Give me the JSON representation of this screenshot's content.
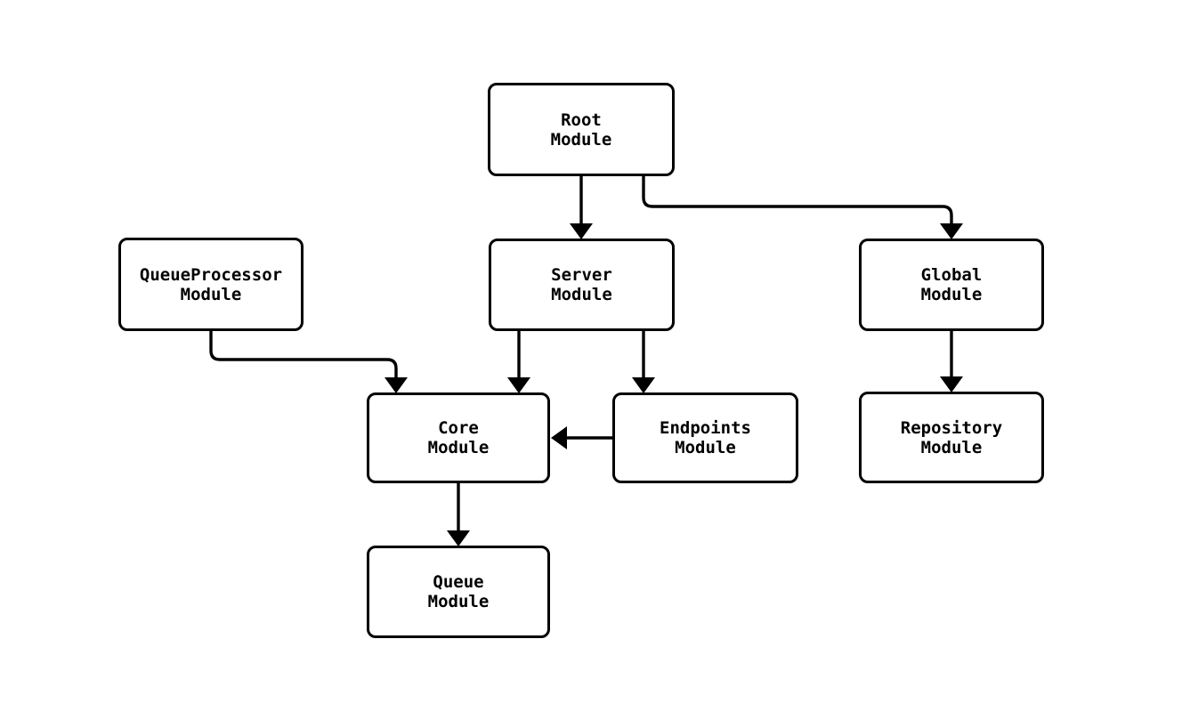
{
  "diagram": {
    "type": "flowchart",
    "background_color": "#ffffff",
    "node_fill_color": "#ffffff",
    "node_border_color": "#000000",
    "edge_color": "#000000",
    "text_color": "#000000",
    "nodes": {
      "root": {
        "id": "root",
        "label": "Root\nModule"
      },
      "queueprocessor": {
        "id": "queueprocessor",
        "label": "QueueProcessor\nModule"
      },
      "server": {
        "id": "server",
        "label": "Server\nModule"
      },
      "global": {
        "id": "global",
        "label": "Global\nModule"
      },
      "core": {
        "id": "core",
        "label": "Core\nModule"
      },
      "endpoints": {
        "id": "endpoints",
        "label": "Endpoints\nModule"
      },
      "repository": {
        "id": "repository",
        "label": "Repository\nModule"
      },
      "queue": {
        "id": "queue",
        "label": "Queue\nModule"
      }
    },
    "edges": [
      {
        "from": "root",
        "to": "server"
      },
      {
        "from": "root",
        "to": "global"
      },
      {
        "from": "queueprocessor",
        "to": "core"
      },
      {
        "from": "server",
        "to": "core"
      },
      {
        "from": "server",
        "to": "endpoints"
      },
      {
        "from": "global",
        "to": "repository"
      },
      {
        "from": "endpoints",
        "to": "core"
      },
      {
        "from": "core",
        "to": "queue"
      }
    ]
  }
}
